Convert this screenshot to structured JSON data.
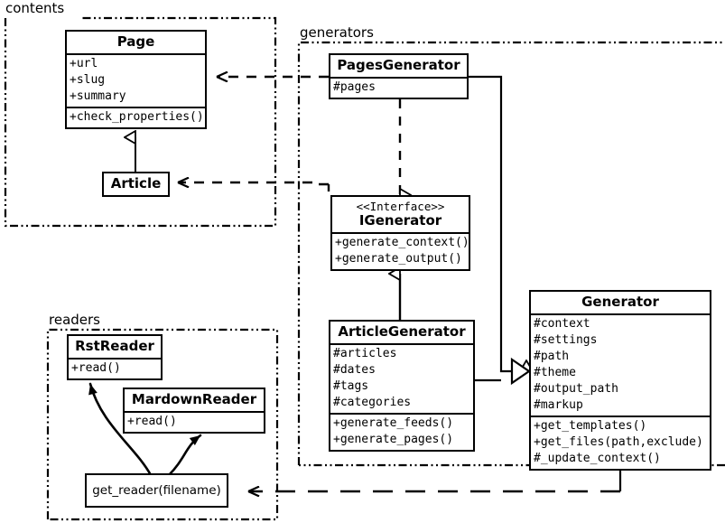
{
  "diagram": {
    "title": "Pelican architecture UML class diagram",
    "stroke_color": "#000000",
    "background_color": "#ffffff"
  },
  "packages": [
    {
      "name": "contents-package",
      "label": "contents"
    },
    {
      "name": "generators-package",
      "label": "generators"
    },
    {
      "name": "readers-package",
      "label": "readers"
    }
  ],
  "classes": {
    "page": {
      "name": "Page",
      "attributes": [
        "+url",
        "+slug",
        "+summary"
      ],
      "methods": [
        "+check_properties()"
      ]
    },
    "article": {
      "name": "Article",
      "attributes": [],
      "methods": []
    },
    "pages_generator": {
      "name": "PagesGenerator",
      "attributes": [
        "#pages"
      ],
      "methods": []
    },
    "igenerator": {
      "stereotype": "<<Interface>>",
      "name": "IGenerator",
      "attributes": [],
      "methods": [
        "+generate_context()",
        "+generate_output()"
      ]
    },
    "article_generator": {
      "name": "ArticleGenerator",
      "attributes": [
        "#articles",
        "#dates",
        "#tags",
        "#categories"
      ],
      "methods": [
        "+generate_feeds()",
        "+generate_pages()"
      ]
    },
    "generator": {
      "name": "Generator",
      "attributes": [
        "#context",
        "#settings",
        "#path",
        "#theme",
        "#output_path",
        "#markup"
      ],
      "methods": [
        "+get_templates()",
        "+get_files(path,exclude)",
        "#_update_context()"
      ]
    },
    "rst_reader": {
      "name": "RstReader",
      "attributes": [],
      "methods": [
        "+read()"
      ]
    },
    "mardown_reader": {
      "name": "MardownReader",
      "attributes": [],
      "methods": [
        "+read()"
      ]
    }
  },
  "nodes": {
    "get_reader": {
      "label": "get_reader(filename)"
    }
  },
  "relationships": [
    {
      "name": "pagesgenerator-depends-on-page",
      "type": "dependency",
      "from": "PagesGenerator",
      "to": "Page"
    },
    {
      "name": "articlegenerator-depends-on-article",
      "type": "dependency",
      "from": "ArticleGenerator",
      "to": "Article"
    },
    {
      "name": "article-inherits-page",
      "type": "generalization",
      "from": "Article",
      "to": "Page"
    },
    {
      "name": "pagesgenerator-realizes-igenerator",
      "type": "realization",
      "from": "PagesGenerator",
      "to": "IGenerator"
    },
    {
      "name": "articlegenerator-realizes-igenerator",
      "type": "realization",
      "from": "ArticleGenerator",
      "to": "IGenerator"
    },
    {
      "name": "pagesgenerator-inherits-generator",
      "type": "generalization",
      "from": "PagesGenerator",
      "to": "Generator"
    },
    {
      "name": "articlegenerator-inherits-generator",
      "type": "generalization",
      "from": "ArticleGenerator",
      "to": "Generator"
    },
    {
      "name": "getreader-returns-rstreader",
      "type": "association",
      "from": "get_reader(filename)",
      "to": "RstReader"
    },
    {
      "name": "getreader-returns-mardownreader",
      "type": "association",
      "from": "get_reader(filename)",
      "to": "MardownReader"
    },
    {
      "name": "generator-depends-on-getreader",
      "type": "dependency",
      "from": "Generator",
      "to": "get_reader(filename)"
    }
  ]
}
